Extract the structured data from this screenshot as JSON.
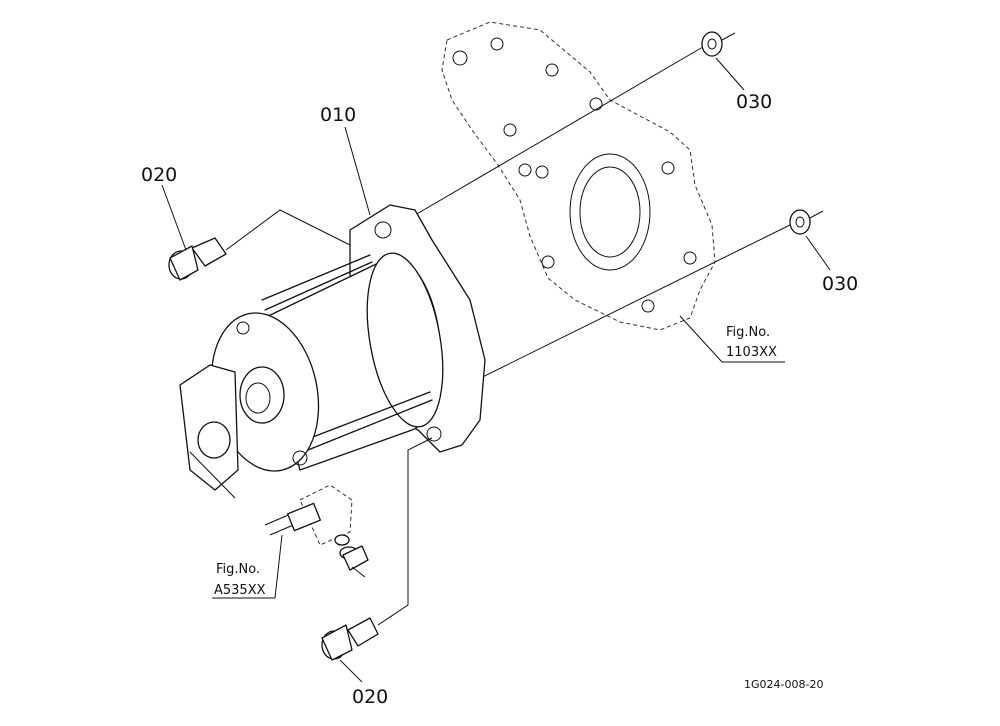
{
  "callouts": {
    "starter": "010",
    "bolt_upper": "020",
    "bolt_lower": "020",
    "nut_upper": "030",
    "nut_lower": "030"
  },
  "refs": {
    "plate_label": "Fig.No.",
    "plate_code": "1103XX",
    "cable_label": "Fig.No.",
    "cable_code": "A535XX"
  },
  "drawing_code": "1G024-008-20"
}
